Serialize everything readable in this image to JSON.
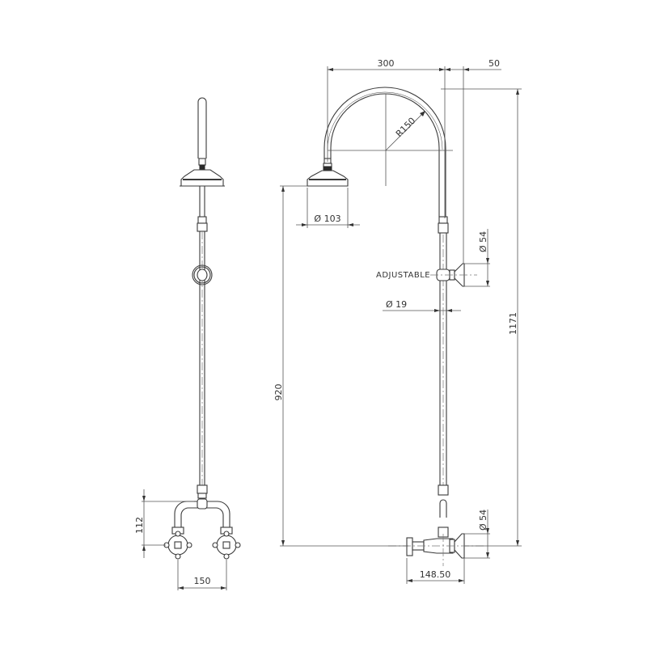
{
  "drawing": {
    "subject": "Exposed shower set with rose, riser rail and wall taps",
    "views": [
      "front-view",
      "side-view"
    ],
    "line_color": "#3a3a3a",
    "background": "#ffffff"
  },
  "dimensions": {
    "arm_reach": "300",
    "wall_offset": "50",
    "arm_radius": "R150",
    "rose_diameter": "Ø 103",
    "bracket_diameter": "Ø 54",
    "rail_diameter": "Ø 19",
    "overall_height": "1171",
    "rose_height": "920",
    "valve_diameter": "Ø 54",
    "valve_projection": "148.50",
    "tap_height": "112",
    "tap_centres": "150"
  },
  "labels": {
    "adjustable": "ADJUSTABLE"
  }
}
